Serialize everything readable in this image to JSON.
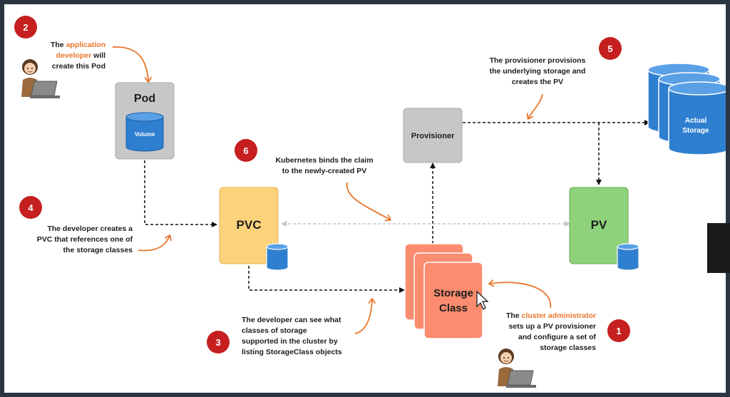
{
  "colors": {
    "badge": "#c51f1f",
    "orange": "#e8762c",
    "pvc_fill": "#fcd27a",
    "pv_fill": "#8ed37b",
    "storageclass_fill": "#fb8c6f",
    "grey_box": "#c7c7c9",
    "cylinder": "#2f7fd0"
  },
  "nodes": {
    "pod": "Pod",
    "volume": "Volume",
    "provisioner": "Provisioner",
    "actual_storage_1": "Actual",
    "actual_storage_2": "Storage",
    "pvc": "PVC",
    "pv": "PV",
    "storage_class_1": "Storage",
    "storage_class_2": "Class"
  },
  "steps": [
    {
      "num": "1",
      "lines": [
        {
          "parts": [
            {
              "text": "The ",
              "hl": false
            },
            {
              "text": "cluster administrator",
              "hl": true
            }
          ]
        },
        {
          "parts": [
            {
              "text": "sets up a PV provisioner",
              "hl": false
            }
          ]
        },
        {
          "parts": [
            {
              "text": "and configure a set of",
              "hl": false
            }
          ]
        },
        {
          "parts": [
            {
              "text": "storage classes",
              "hl": false
            }
          ]
        }
      ]
    },
    {
      "num": "2",
      "lines": [
        {
          "parts": [
            {
              "text": "The ",
              "hl": false
            },
            {
              "text": "application",
              "hl": true
            }
          ]
        },
        {
          "parts": [
            {
              "text": "developer",
              "hl": true
            },
            {
              "text": " will",
              "hl": false
            }
          ]
        },
        {
          "parts": [
            {
              "text": "create this Pod",
              "hl": false
            }
          ]
        }
      ]
    },
    {
      "num": "3",
      "lines": [
        {
          "parts": [
            {
              "text": "The developer can see what",
              "hl": false
            }
          ]
        },
        {
          "parts": [
            {
              "text": "classes of storage",
              "hl": false
            }
          ]
        },
        {
          "parts": [
            {
              "text": "supported in the cluster by",
              "hl": false
            }
          ]
        },
        {
          "parts": [
            {
              "text": "listing StorageClass objects",
              "hl": false
            }
          ]
        }
      ]
    },
    {
      "num": "4",
      "lines": [
        {
          "parts": [
            {
              "text": "The developer creates a",
              "hl": false
            }
          ]
        },
        {
          "parts": [
            {
              "text": "PVC that references one of",
              "hl": false
            }
          ]
        },
        {
          "parts": [
            {
              "text": "the storage classes",
              "hl": false
            }
          ]
        }
      ]
    },
    {
      "num": "5",
      "lines": [
        {
          "parts": [
            {
              "text": "The provisioner provisions",
              "hl": false
            }
          ]
        },
        {
          "parts": [
            {
              "text": "the underlying storage and",
              "hl": false
            }
          ]
        },
        {
          "parts": [
            {
              "text": "creates the PV",
              "hl": false
            }
          ]
        }
      ]
    },
    {
      "num": "6",
      "lines": [
        {
          "parts": [
            {
              "text": "Kubernetes binds the claim",
              "hl": false
            }
          ]
        },
        {
          "parts": [
            {
              "text": "to the newly-created PV",
              "hl": false
            }
          ]
        }
      ]
    }
  ]
}
